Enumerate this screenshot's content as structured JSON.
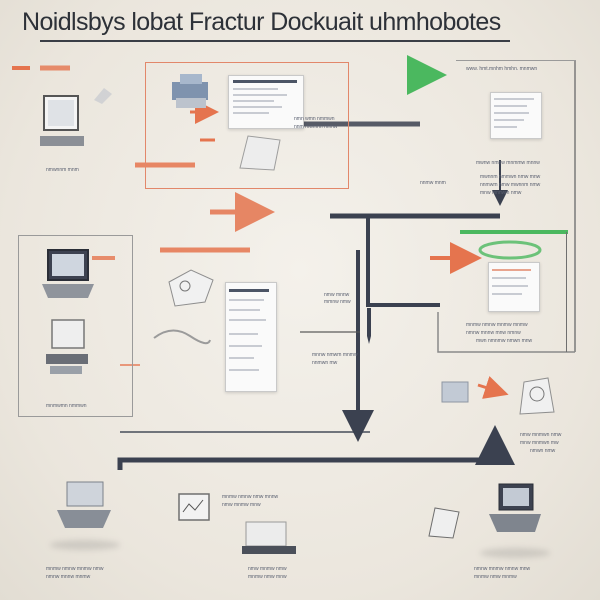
{
  "title": "Noidlsbys lobat Fractur Dockuait uhmhobotes",
  "colors": {
    "arrow_dark": "#3b4150",
    "arrow_orange": "#e5744e",
    "arrow_green": "#4bb85f",
    "frame_orange": "#e2876a",
    "background": "#efebe4"
  },
  "labels": {
    "top_right_1": "www. hmt.mnhm hmhn. mnmwn",
    "mid_top_1": "nmn wmn nmmwn",
    "mid_top_2": "nnm mwmnn nnmw",
    "right_mid_1": "mwnw nmnw mnmmw mnnw",
    "right_block_1": "mwnnm nmmwn nmw mnw",
    "right_block_2": "nnmwm nmw mwnnm nmw",
    "right_block_3": "mnw mnnwm nmw",
    "right_left_small": "nnmw mnm",
    "left_small_1": "nmwnnm mnm",
    "center_small_1": "nmw mnnw",
    "center_small_2": "mmnw nmw",
    "center_mid_1": "mnnw nmwm mnmw",
    "center_mid_2": "nnmwn mw",
    "right_list_1": "mnmw nmnw mnmw mnmw",
    "right_list_2": "nmnw mnnw mnw nmnw",
    "right_list_3": "mwn nmnmw nmwn mnw",
    "left_caption": "mnmwmn nmmwn",
    "lower_right_1": "nmw mnmwn nmw",
    "lower_right_2": "mnw mnmwn mw",
    "lower_right_3": "nmwn nmw",
    "bottom_center_1": "mnmw nmnw nmw mnnw",
    "bottom_center_2": "nmw mnmw mnw",
    "bottom_left_1": "mnmw nmnw mnmw nmw",
    "bottom_left_2": "nmnw mnnw mnmw",
    "bottom_center_low_1": "nmw mnmw nmw",
    "bottom_center_low_2": "mnmw nmw mnw",
    "bottom_right_1": "nmnw mnmw nmnw mnw",
    "bottom_right_2": "mnmw nmw mnmw"
  }
}
